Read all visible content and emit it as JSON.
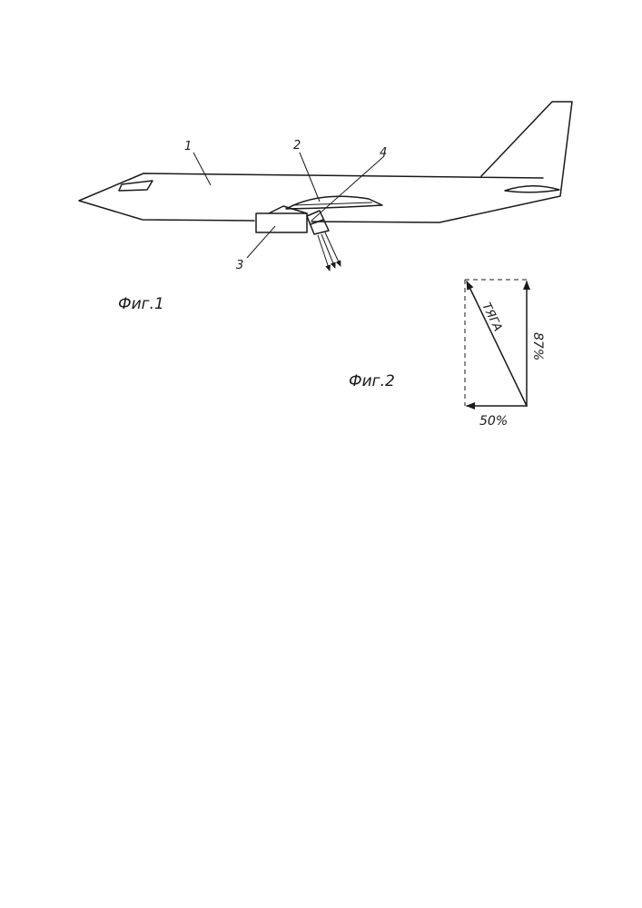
{
  "figures": {
    "fig1": {
      "caption": "Фиг.1",
      "callouts": {
        "fuselage": "1",
        "wing": "2",
        "engine": "3",
        "nozzle": "4"
      }
    },
    "fig2": {
      "caption": "Фиг.2",
      "thrust_label": "ТЯГА",
      "vertical_component": "87%",
      "horizontal_component": "50%"
    }
  },
  "colors": {
    "ink": "#1a1a1a",
    "paper": "#ffffff"
  }
}
